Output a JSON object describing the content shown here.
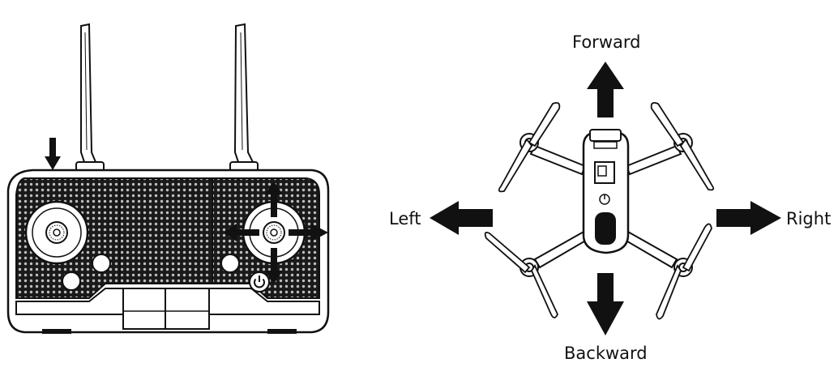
{
  "directions": {
    "forward": "Forward",
    "backward": "Backward",
    "left": "Left",
    "right": "Right"
  },
  "colors": {
    "ink": "#111111",
    "panel": "#1a1a1a",
    "dot": "#bdbdbd",
    "background": "#ffffff"
  }
}
